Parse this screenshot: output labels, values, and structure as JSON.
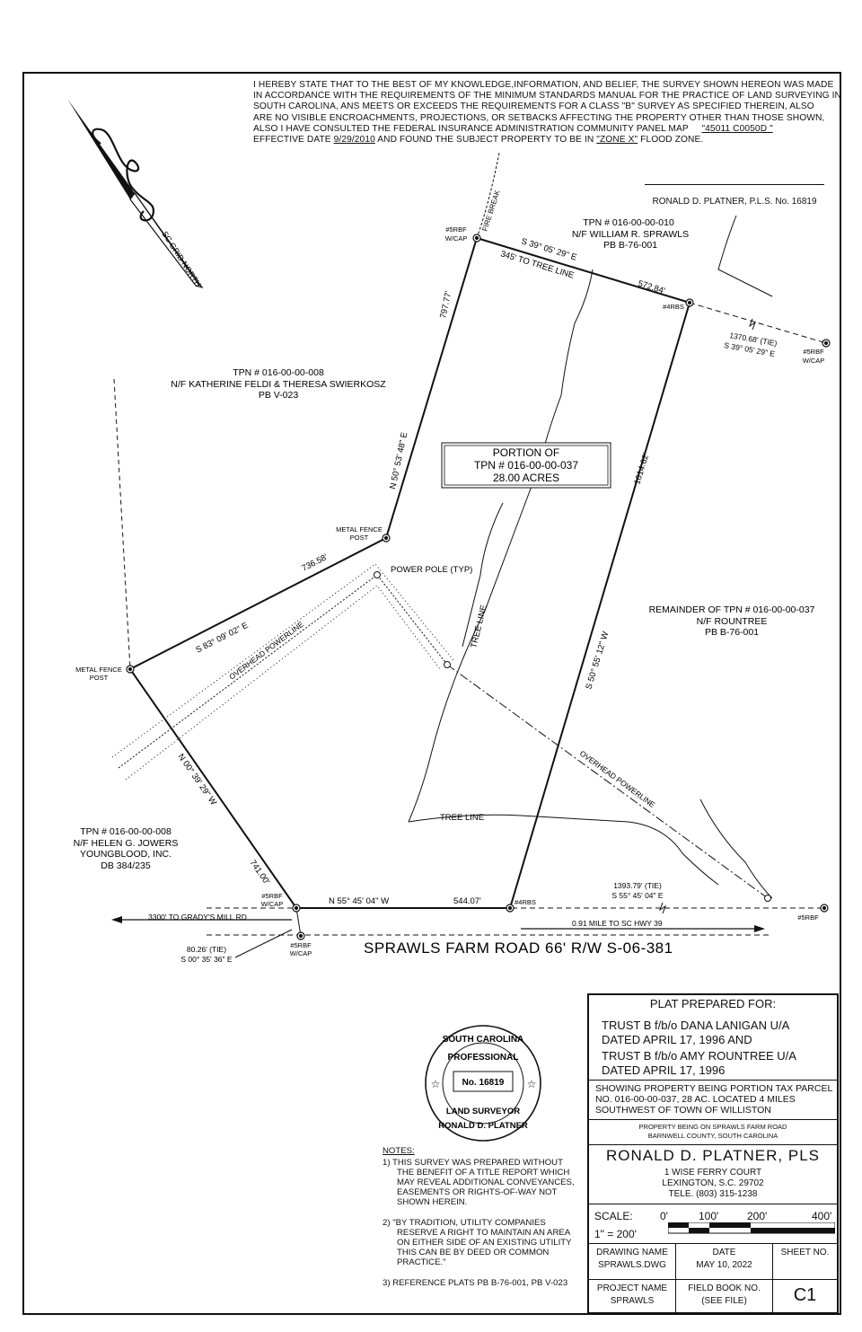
{
  "certification": {
    "line1": "I HEREBY STATE THAT TO THE BEST OF MY KNOWLEDGE,INFORMATION, AND BELIEF, THE SURVEY SHOWN HEREON WAS MADE",
    "line2": "IN ACCORDANCE WITH THE REQUIREMENTS OF THE MINIMUM STANDARDS MANUAL FOR THE PRACTICE OF LAND SURVEYING IN",
    "line3": "SOUTH CAROLINA, ANS MEETS OR EXCEEDS THE REQUIREMENTS FOR A CLASS \"B\" SURVEY AS SPECIFIED THEREIN,  ALSO",
    "line4": "ARE NO VISIBLE ENCROACHMENTS,  PROJECTIONS, OR SETBACKS AFFECTING THE PROPERTY OTHER THAN THOSE SHOWN,",
    "line5": "ALSO I HAVE CONSULTED THE FEDERAL INSURANCE ADMINISTRATION COMMUNITY PANEL MAP",
    "panel_map": "\"45011 C0050D \"",
    "line6a": "EFFECTIVE DATE",
    "effective_date": "9/29/2010",
    "line6b": "AND FOUND THE SUBJECT PROPERTY TO BE IN",
    "zone": "\"ZONE X\"",
    "line6c": "FLOOD ZONE.",
    "signature": "RONALD D. PLATNER, P.L.S. No. 16819"
  },
  "north_arrow": {
    "label": "SC GRID NORTH"
  },
  "parcels": {
    "north_tpn": "TPN # 016-00-00-010",
    "north_owner": "N/F WILLIAM R. SPRAWLS",
    "north_pb": "PB B-76-001",
    "west_tpn": "TPN # 016-00-00-008",
    "west_owner": "N/F KATHERINE FELDI & THERESA SWIERKOSZ",
    "west_pb": "PB V-023",
    "sw_tpn": "TPN # 016-00-00-008",
    "sw_owner": "N/F HELEN G. JOWERS",
    "sw_owner2": "YOUNGBLOOD, INC.",
    "sw_db": "DB 384/235",
    "east_tpn": "REMAINDER OF TPN # 016-00-00-037",
    "east_owner": "N/F ROUNTREE",
    "east_pb": "PB B-76-001",
    "subject_l1": "PORTION OF",
    "subject_l2": "TPN # 016-00-00-037",
    "subject_l3": "28.00 ACRES"
  },
  "calls": {
    "north_bearing": "S 39° 05' 29\" E",
    "tree_line_dist": "345' TO TREE LINE",
    "north_dist": "572.84'",
    "east_bearing": "S 50° 55' 12\" W",
    "east_dist": "1614.62'",
    "south_bearing": "N 55° 45' 04\" W",
    "south_dist": "544.07'",
    "sw_bearing": "N 00° 39' 29\" W",
    "sw_dist": "741.00'",
    "west_bearing": "S 83° 09' 02\" E",
    "west_dist": "736.58'",
    "nw_bearing": "N 50° 53' 48\" E",
    "nw_dist": "797.77'",
    "tie_ne_dist": "1370.68' (TIE)",
    "tie_ne_bearing": "S 39° 05' 29\" E",
    "tie_se_dist": "1393.79' (TIE)",
    "tie_se_bearing": "S 55° 45' 04\" E",
    "tie_sw_dist": "80.26' (TIE)",
    "tie_sw_bearing": "S 00° 35' 36\" E"
  },
  "monuments": {
    "rbf_cap_a": "#5RBF",
    "rbf_cap_b": "W/CAP",
    "rbs4": "#4RBS",
    "rbf": "#5RBF",
    "fence_a": "METAL FENCE",
    "fence_b": "POST"
  },
  "features": {
    "fire_break": "FIRE BREAK",
    "power_pole": "POWER POLE (TYP)",
    "overhead_powerline": "OVERHEAD POWERLINE",
    "tree_line": "TREE LINE",
    "to_gradys": "3300' TO GRADY'S MILL RD",
    "to_hwy": "0.91 MILE TO SC HWY 39",
    "road": "SPRAWLS FARM ROAD  66' R/W  S-06-381"
  },
  "seal": {
    "top": "SOUTH CAROLINA",
    "mid": "PROFESSIONAL",
    "number": "No. 16819",
    "bottom1": "LAND SURVEYOR",
    "bottom2": "RONALD D. PLATNER"
  },
  "notes": {
    "heading": "NOTES:",
    "n1": "1)  THIS SURVEY WAS PREPARED WITHOUT THE BENEFIT OF A TITLE REPORT WHICH MAY REVEAL ADDITIONAL CONVEYANCES, EASEMENTS OR RIGHTS-OF-WAY NOT SHOWN HEREIN.",
    "n2": "2)  \"BY TRADITION, UTILITY COMPANIES RESERVE A RIGHT TO MAINTAIN AN AREA ON EITHER SIDE OF AN EXISTING UTILITY THIS CAN BE BY DEED OR COMMON PRACTICE.\"",
    "n3": "3)  REFERENCE PLATS PB B-76-001, PB V-023"
  },
  "title_block": {
    "prepared_for": "PLAT PREPARED FOR:",
    "client1a": "TRUST B f/b/o DANA LANIGAN U/A",
    "client1b": "DATED APRIL 17, 1996 AND",
    "client2a": "TRUST B f/b/o AMY ROUNTREE U/A",
    "client2b": "DATED APRIL 17, 1996",
    "desc1": "SHOWING PROPERTY BEING PORTION TAX PARCEL",
    "desc2": "NO. 016-00-00-037, 28 AC. LOCATED 4 MILES",
    "desc3": "SOUTHWEST OF TOWN OF WILLISTON",
    "loc1": "PROPERTY BEING ON SPRAWLS FARM ROAD",
    "loc2": "BARNWELL COUNTY, SOUTH CAROLINA",
    "surveyor": "RONALD D. PLATNER, PLS",
    "addr1": "1 WISE FERRY COURT",
    "addr2": "LEXINGTON, S.C. 29702",
    "tele": "TELE. (803) 315-1238",
    "scale_label": "SCALE:",
    "scale_0": "0'",
    "scale_100": "100'",
    "scale_200": "200'",
    "scale_400": "400'",
    "scale_ratio": "1\" = 200'",
    "drawing_name_label": "DRAWING NAME",
    "drawing_name": "SPRAWLS.DWG",
    "date_label": "DATE",
    "date": "MAY 10, 2022",
    "sheet_label": "SHEET NO.",
    "sheet": "C1",
    "project_label": "PROJECT NAME",
    "project": "SPRAWLS",
    "fieldbook_label": "FIELD BOOK NO.",
    "fieldbook": "(SEE FILE)"
  }
}
